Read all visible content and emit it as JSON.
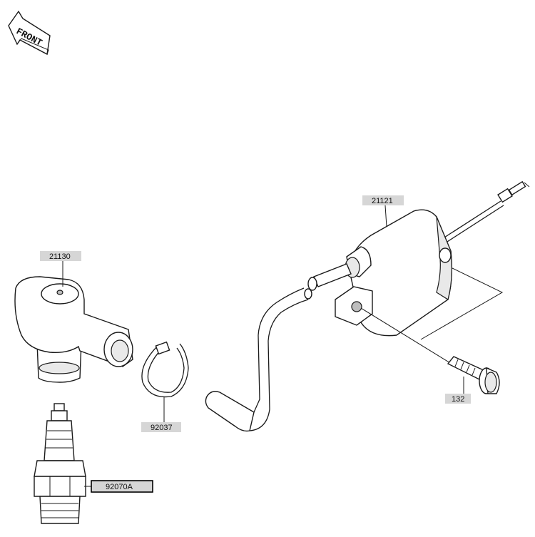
{
  "front_badge": {
    "text": "FRONT"
  },
  "parts": [
    {
      "id": "coil",
      "number": "21121",
      "icon": "ignition-coil-icon"
    },
    {
      "id": "plug-cap",
      "number": "21130",
      "icon": "spark-plug-cap-icon"
    },
    {
      "id": "clamp",
      "number": "92037",
      "icon": "hose-clamp-icon"
    },
    {
      "id": "bolt",
      "number": "132",
      "icon": "flange-bolt-icon"
    },
    {
      "id": "spark-plug",
      "number": "92070A",
      "icon": "spark-plug-icon"
    }
  ]
}
